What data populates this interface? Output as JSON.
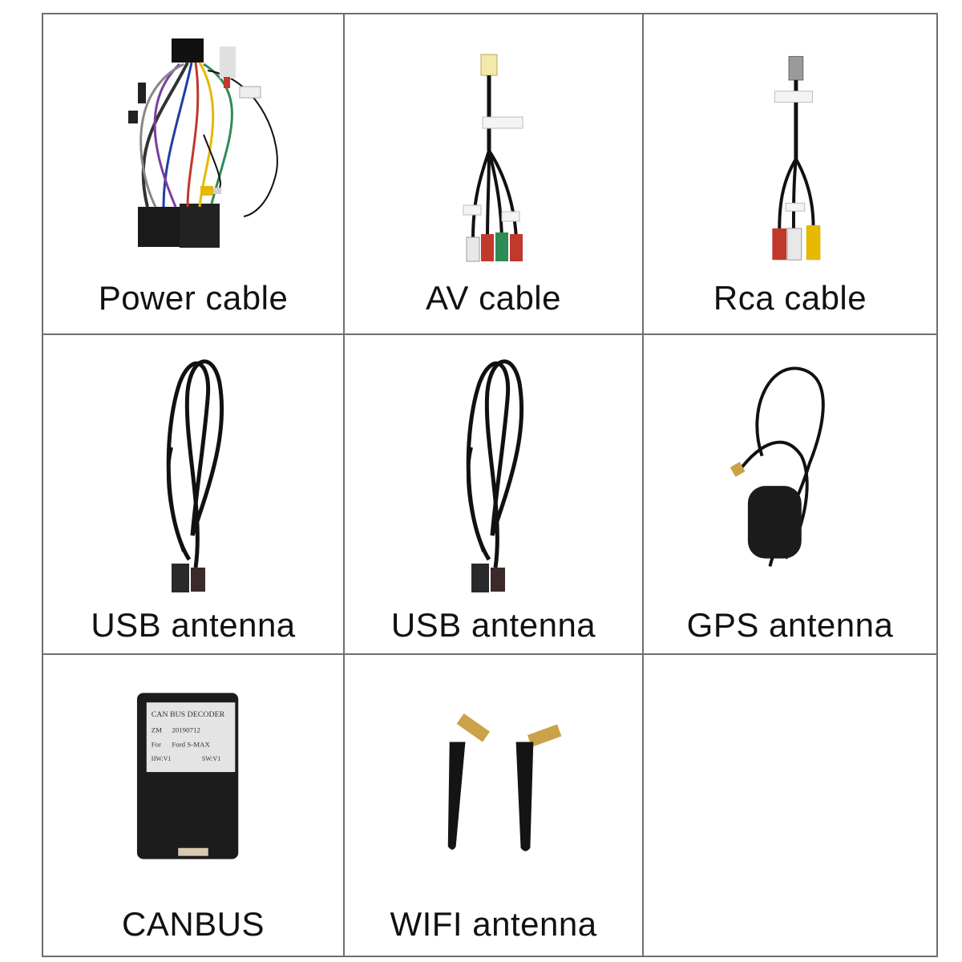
{
  "items": [
    {
      "label": "Power cable",
      "icon": "power-cable-harness-icon"
    },
    {
      "label": "AV cable",
      "icon": "av-cable-icon"
    },
    {
      "label": "Rca cable",
      "icon": "rca-cable-icon"
    },
    {
      "label": "USB antenna",
      "icon": "usb-cable-icon"
    },
    {
      "label": "USB antenna",
      "icon": "usb-cable-icon"
    },
    {
      "label": "GPS antenna",
      "icon": "gps-antenna-icon"
    },
    {
      "label": "CANBUS",
      "icon": "canbus-decoder-icon"
    },
    {
      "label": "WIFI antenna",
      "icon": "wifi-antenna-icon"
    }
  ],
  "decoder_label": {
    "line1": "CAN BUS DECODER",
    "line2a": "ZM",
    "line2b": "20190712",
    "line3a": "For",
    "line3b": "Ford S-MAX",
    "line4a": "HW:V1",
    "line4b": "SW:V1"
  },
  "colors": {
    "border": "#6e6e6e",
    "cable": "#111111",
    "rca_red": "#c0392b",
    "rca_white": "#e8e8e8",
    "rca_yellow": "#e6b800",
    "rca_green": "#2e8b57"
  }
}
